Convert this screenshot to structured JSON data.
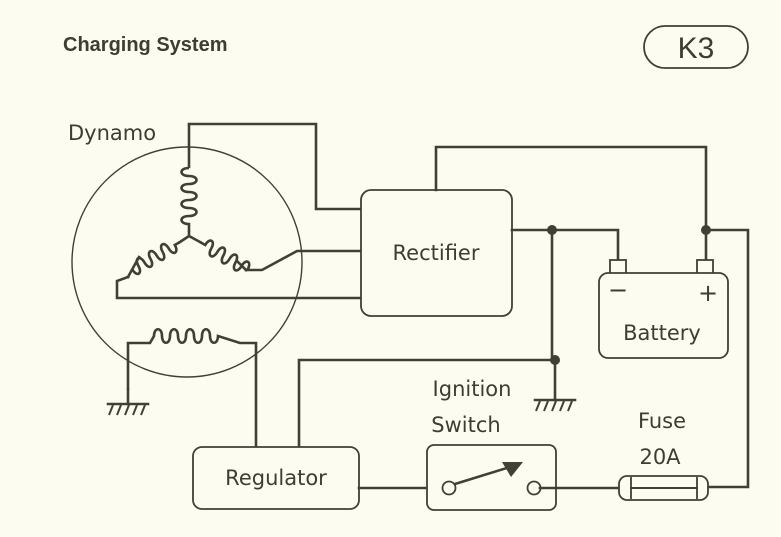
{
  "page": {
    "title": "Charging System",
    "code": "K3"
  },
  "components": {
    "dynamo": {
      "label": "Dynamo"
    },
    "rectifier": {
      "label": "Rectifier"
    },
    "battery": {
      "label": "Battery",
      "negative_symbol": "−",
      "positive_symbol": "+"
    },
    "regulator": {
      "label": "Regulator"
    },
    "ignition_switch": {
      "label_line1": "Ignition",
      "label_line2": "Switch"
    },
    "fuse": {
      "label": "Fuse",
      "rating": "20A"
    }
  },
  "colors": {
    "ink": "#3e4133",
    "paper": "#fdfcf0"
  }
}
